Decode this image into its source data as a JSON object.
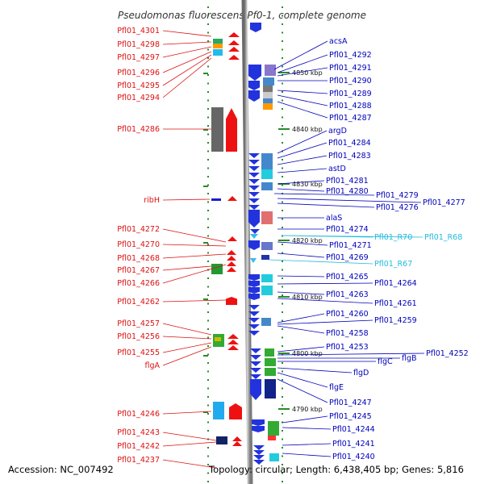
{
  "title": "Pseudomonas fluorescens Pf0-1, complete genome",
  "accession": "Accession: NC_007492",
  "topology": "Topology: circular; Length: 6,438,405 bp; Genes: 5,816",
  "colors": {
    "left_label": "#dd1111",
    "right_label": "#0000bb",
    "rna_label": "#22bbdd",
    "axis": "#999999",
    "tick": "#2a8a2a"
  },
  "scale": {
    "kbp_labels": [
      "4850 kbp",
      "4840 kbp",
      "4830 kbp",
      "4820 kbp",
      "4810 kbp",
      "4800 kbp",
      "4790 kbp"
    ]
  },
  "left_genes": [
    "Pfl01_4301",
    "Pfl01_4298",
    "Pfl01_4297",
    "Pfl01_4296",
    "Pfl01_4295",
    "Pfl01_4294",
    "Pfl01_4286",
    "ribH",
    "Pfl01_4272",
    "Pfl01_4270",
    "Pfl01_4268",
    "Pfl01_4267",
    "Pfl01_4266",
    "Pfl01_4262",
    "Pfl01_4257",
    "Pfl01_4256",
    "Pfl01_4255",
    "flgA",
    "Pfl01_4246",
    "Pfl01_4243",
    "Pfl01_4242",
    "Pfl01_4237"
  ],
  "right_genes": [
    "acsA",
    "Pfl01_4292",
    "Pfl01_4291",
    "Pfl01_4290",
    "Pfl01_4289",
    "Pfl01_4288",
    "Pfl01_4287",
    "argD",
    "Pfl01_4284",
    "Pfl01_4283",
    "astD",
    "Pfl01_4281",
    "Pfl01_4280",
    "Pfl01_4279",
    "Pfl01_4277",
    "Pfl01_4276",
    "alaS",
    "Pfl01_4274",
    "Pfl01_R70",
    "Pfl01_R68",
    "Pfl01_4271",
    "Pfl01_4269",
    "Pfl01_R67",
    "Pfl01_4265",
    "Pfl01_4264",
    "Pfl01_4263",
    "Pfl01_4261",
    "Pfl01_4260",
    "Pfl01_4259",
    "Pfl01_4258",
    "Pfl01_4253",
    "Pfl01_4252",
    "flgB",
    "flgC",
    "flgD",
    "flgE",
    "Pfl01_4247",
    "Pfl01_4245",
    "Pfl01_4244",
    "Pfl01_4241",
    "Pfl01_4240"
  ]
}
